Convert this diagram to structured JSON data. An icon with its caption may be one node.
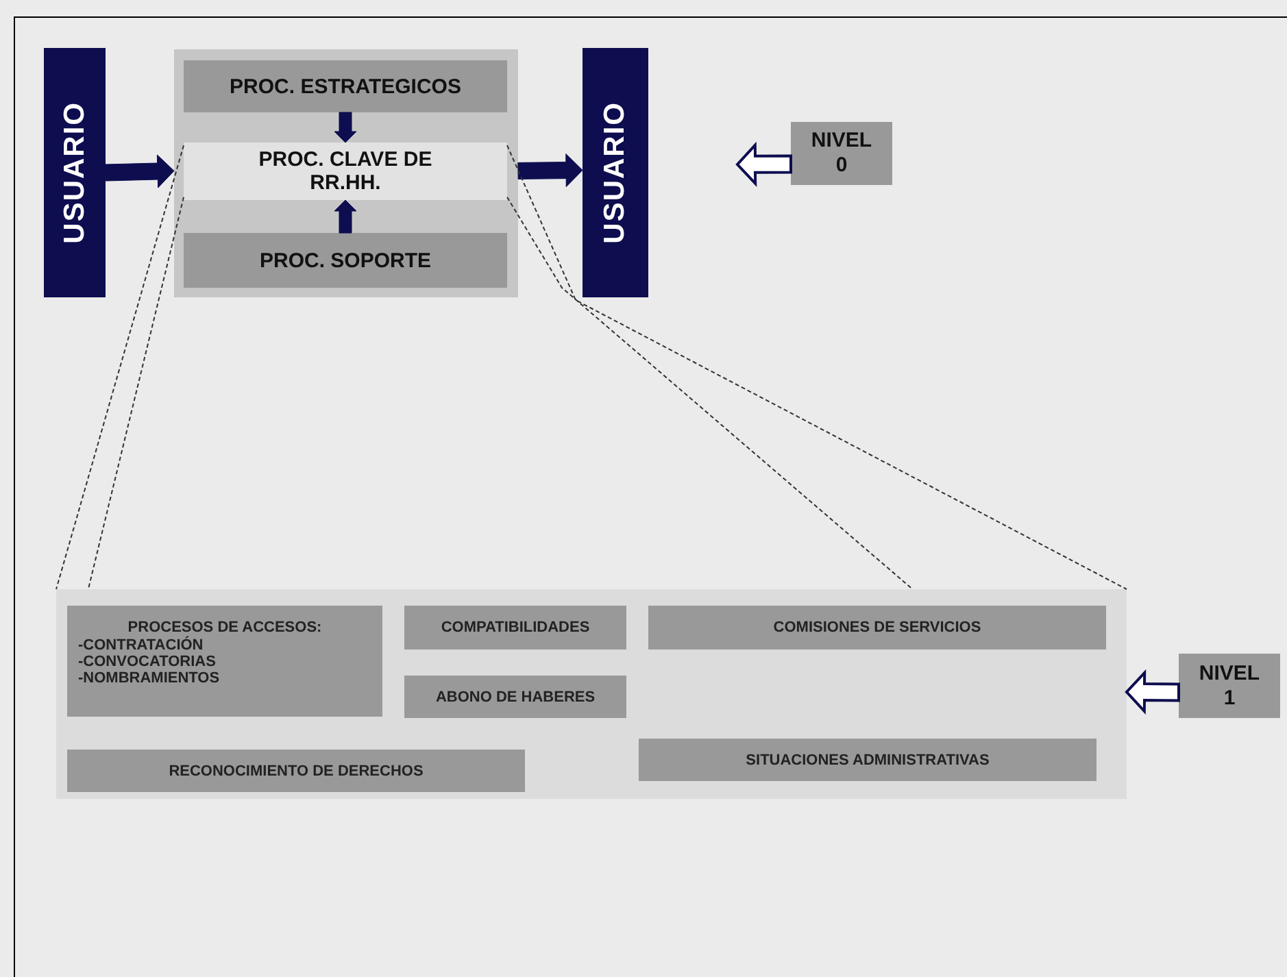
{
  "diagram": {
    "nodes": [
      {
        "text": [
          "USUARIO"
        ]
      },
      {
        "text": [],
        "shape": "box"
      },
      {
        "text": [
          "PROC. ESTRATEGICOS"
        ],
        "in": 1
      },
      {
        "text": [
          "PROC. CLAVE DE RR.HH."
        ],
        "in": 1
      },
      {
        "text": [
          "PROC. SOPORTE"
        ],
        "in": 1
      },
      {
        "text": [
          "USUARIO"
        ]
      },
      {
        "text": [
          "NIVEL 0"
        ]
      },
      {
        "text": [],
        "shape": "box"
      },
      {
        "text": [
          "PROCESOS DE ACCESOS:",
          "-CONTRATACIÓN",
          "-CONVOCATORIAS",
          "-NOMBRAMIENTOS"
        ],
        "in": 7
      },
      {
        "text": [
          "COMPATIBILIDADES"
        ],
        "in": 7
      },
      {
        "text": [
          "COMISIONES DE SERVICIOS"
        ],
        "in": 7
      },
      {
        "text": [
          "ABONO DE HABERES"
        ],
        "in": 7
      },
      {
        "text": [
          "RECONOCIMIENTO DE DERECHOS"
        ],
        "in": 7
      },
      {
        "text": [
          "SITUACIONES ADMINISTRATIVAS"
        ],
        "in": 7
      },
      {
        "text": [
          "NIVEL 1"
        ]
      }
    ],
    "edges": [
      {
        "from": 0,
        "to": 1,
        "arrow": "to"
      },
      {
        "from": 1,
        "to": 5,
        "arrow": "to"
      },
      {
        "from": 2,
        "to": 3,
        "arrow": "to"
      },
      {
        "from": 4,
        "to": 3,
        "arrow": "to"
      },
      {
        "from": 6,
        "to": null,
        "arrow": "to"
      },
      {
        "from": 14,
        "to": 7,
        "arrow": "to"
      },
      {
        "from": 3,
        "to": 7,
        "arrow": "none",
        "style": "dashed"
      },
      {
        "from": 3,
        "to": 7,
        "arrow": "none",
        "style": "dashed"
      },
      {
        "from": 3,
        "to": 7,
        "arrow": "none",
        "style": "dashed"
      },
      {
        "from": 3,
        "to": 7,
        "arrow": "none",
        "style": "dashed"
      }
    ]
  }
}
